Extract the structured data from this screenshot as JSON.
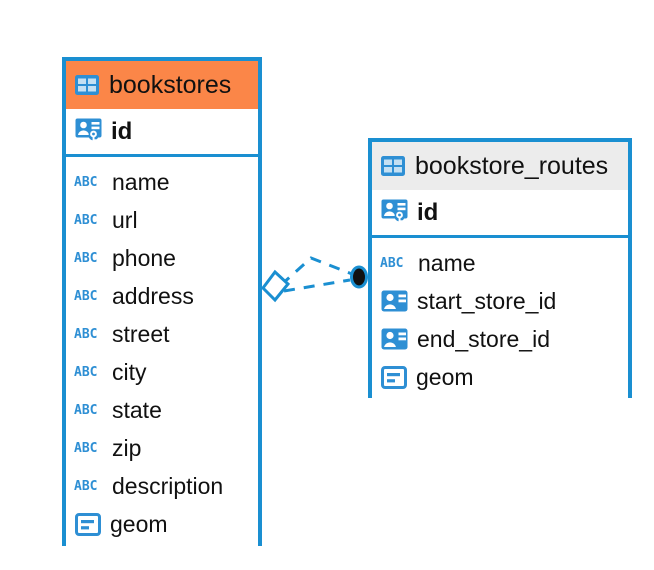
{
  "diagram": {
    "type": "entity-relationship-diagram",
    "background": "#ffffff",
    "accent_color": "#1a8fd1",
    "header_highlight_color": "#fb8648",
    "header_neutral_color": "#ececec",
    "icon_color": "#2e8fd4"
  },
  "entities": [
    {
      "name": "bookstores",
      "header_style": "accent",
      "table_icon": "table-grid-icon",
      "primary_key": {
        "label": "id",
        "icon": "primary-key-card-icon"
      },
      "fields": [
        {
          "label": "name",
          "icon": "abc-text-icon"
        },
        {
          "label": "url",
          "icon": "abc-text-icon"
        },
        {
          "label": "phone",
          "icon": "abc-text-icon"
        },
        {
          "label": "address",
          "icon": "abc-text-icon"
        },
        {
          "label": "street",
          "icon": "abc-text-icon"
        },
        {
          "label": "city",
          "icon": "abc-text-icon"
        },
        {
          "label": "state",
          "icon": "abc-text-icon"
        },
        {
          "label": "zip",
          "icon": "abc-text-icon"
        },
        {
          "label": "description",
          "icon": "abc-text-icon"
        },
        {
          "label": "geom",
          "icon": "geometry-icon"
        }
      ]
    },
    {
      "name": "bookstore_routes",
      "header_style": "neutral",
      "table_icon": "table-grid-icon",
      "primary_key": {
        "label": "id",
        "icon": "primary-key-card-icon"
      },
      "fields": [
        {
          "label": "name",
          "icon": "abc-text-icon"
        },
        {
          "label": "start_store_id",
          "icon": "foreign-key-card-icon"
        },
        {
          "label": "end_store_id",
          "icon": "foreign-key-card-icon"
        },
        {
          "label": "geom",
          "icon": "geometry-icon"
        }
      ]
    }
  ],
  "relationship": {
    "style": "dashed",
    "color": "#1a8fd1",
    "source_marker": "diamond-outline",
    "target_marker": "filled-circle",
    "abc_glyph": "ABC"
  }
}
